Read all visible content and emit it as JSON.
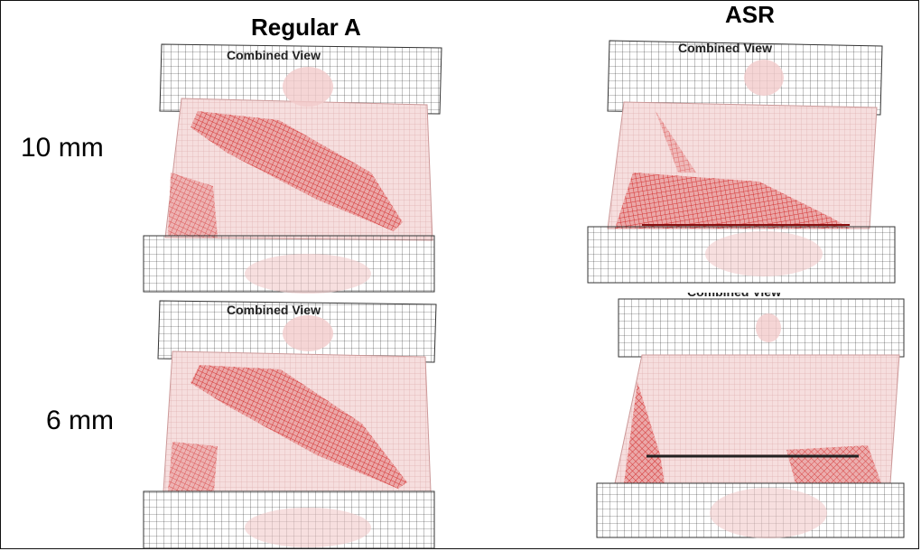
{
  "columns": [
    "Regular A",
    "ASR"
  ],
  "rows": [
    "10 mm",
    "6 mm"
  ],
  "panels": [
    {
      "column": "Regular A",
      "row": "10 mm",
      "view_label": "Combined View"
    },
    {
      "column": "ASR",
      "row": "10 mm",
      "view_label": "Combined View"
    },
    {
      "column": "Regular A",
      "row": "6 mm",
      "view_label": "Combined View"
    },
    {
      "column": "ASR",
      "row": "6 mm",
      "view_label": "Combined View"
    }
  ],
  "colors": {
    "mesh": "#333333",
    "specimen_fill": "#f6dede",
    "specimen_grid": "#d9a0a0",
    "damage": "#d02020",
    "frame": "#111111"
  }
}
